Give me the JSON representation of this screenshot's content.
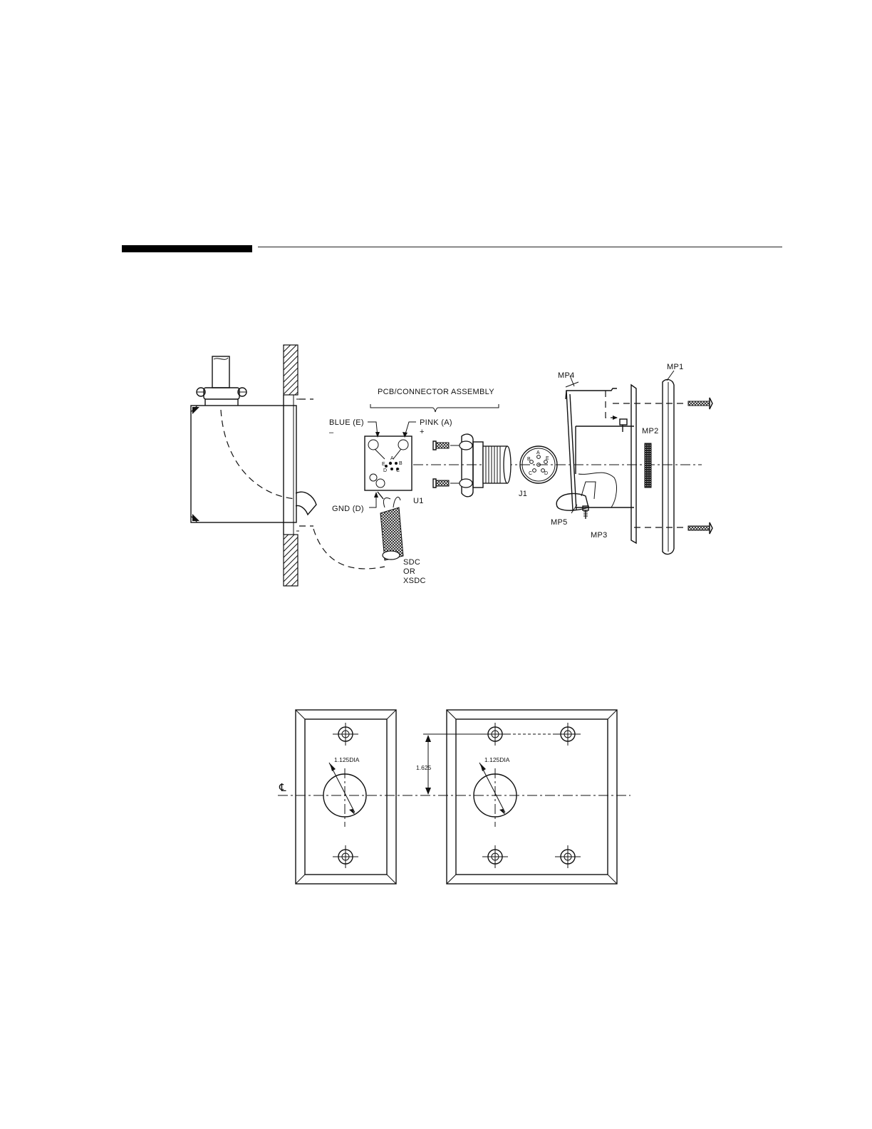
{
  "labels": {
    "pcb_assembly": "PCB/CONNECTOR ASSEMBLY",
    "blue": "BLUE (E)",
    "minus": "–",
    "pink": "PINK (A)",
    "plus": "+",
    "gnd": "GND (D)",
    "u1": "U1",
    "j1": "J1",
    "sdc": "SDC",
    "or": "OR",
    "xsdc": "XSDC",
    "mp1": "MP1",
    "mp2": "MP2",
    "mp3": "MP3",
    "mp4": "MP4",
    "mp5": "MP5",
    "dia_left": "1.125DIA",
    "dia_right": "1.125DIA",
    "dim_1625": "1.625",
    "centerline": "℄"
  },
  "connector_pins": {
    "a": "A",
    "b": "B",
    "c": "C",
    "d": "D",
    "e": "E"
  }
}
